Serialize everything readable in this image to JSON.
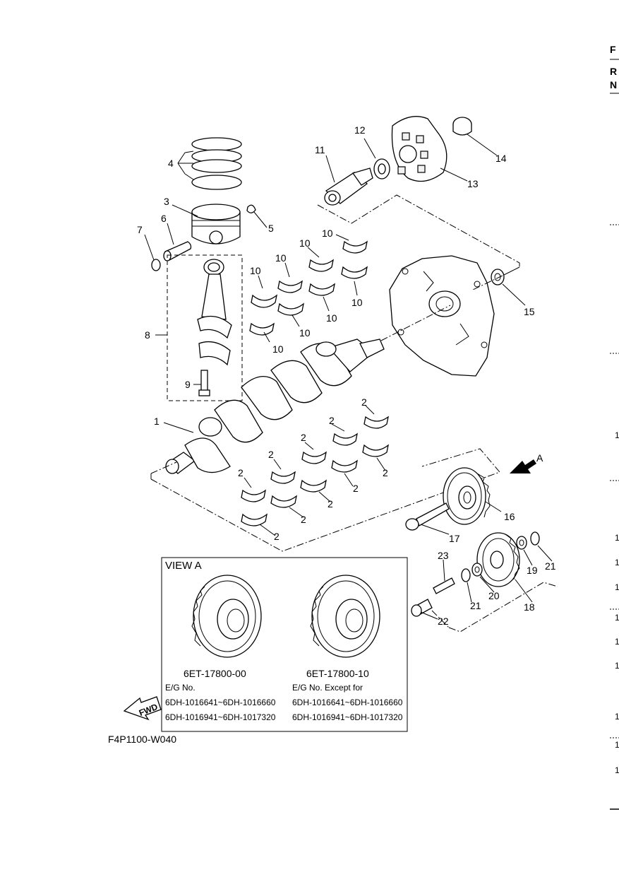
{
  "callouts": {
    "c1": "1",
    "c2": "2",
    "c3": "3",
    "c4": "4",
    "c5": "5",
    "c6": "6",
    "c7": "7",
    "c8": "8",
    "c9": "9",
    "c10": "10",
    "c11": "11",
    "c12": "12",
    "c13": "13",
    "c14": "14",
    "c15": "15",
    "c16": "16",
    "c17": "17",
    "c18": "18",
    "c19": "19",
    "c20": "20",
    "c21": "21",
    "c22": "22",
    "c23": "23"
  },
  "view_arrow_label": "A",
  "view_a": {
    "title": "VIEW A",
    "left": {
      "code": "6ET-17800-00",
      "line1": "E/G No.",
      "line2": "6DH-1016641~6DH-1016660",
      "line3": "6DH-1016941~6DH-1017320"
    },
    "right": {
      "code": "6ET-17800-10",
      "line1": "E/G No. Except for",
      "line2": "6DH-1016641~6DH-1016660",
      "line3": "6DH-1016941~6DH-1017320"
    }
  },
  "fwd_label": "FWD",
  "figure_code": "F4P1100-W040",
  "edge_marks": {
    "top": "F",
    "r": "R",
    "n": "N",
    "m1": "1",
    "m2": "1",
    "m3": "1",
    "m4": "1",
    "m5": "1",
    "m6": "1",
    "m7": "1",
    "m8": "1",
    "m9": "1",
    "m10": "1"
  }
}
